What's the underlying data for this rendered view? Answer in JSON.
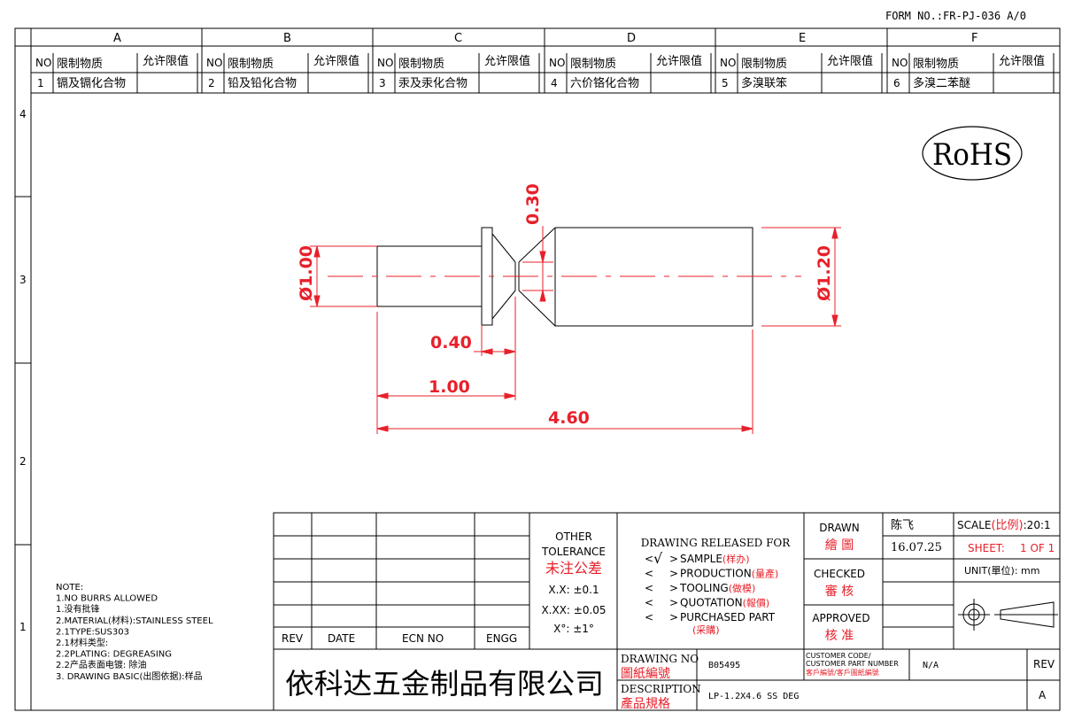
{
  "form_no": "FORM NO.:FR-PJ-036 A/0",
  "zones": {
    "columns": [
      "A",
      "B",
      "C",
      "D",
      "E",
      "F"
    ],
    "rows": [
      "4",
      "3",
      "2",
      "1"
    ]
  },
  "substances": {
    "headers": {
      "no": "NO",
      "substance": "限制物质",
      "limit": "允许限值"
    },
    "items": [
      {
        "no": "1",
        "name": "镉及镉化合物",
        "limit": ""
      },
      {
        "no": "2",
        "name": "铅及铅化合物",
        "limit": ""
      },
      {
        "no": "3",
        "name": "汞及汞化合物",
        "limit": ""
      },
      {
        "no": "4",
        "name": "六价铬化合物",
        "limit": ""
      },
      {
        "no": "5",
        "name": "多溴联笨",
        "limit": ""
      },
      {
        "no": "6",
        "name": "多溴二苯醚",
        "limit": ""
      }
    ]
  },
  "rohs": "RoHS",
  "dimensions": {
    "chamfer": "0.30",
    "dia_small": "Ø1.00",
    "dia_large": "Ø1.20",
    "head_len": "0.40",
    "shank_len": "1.00",
    "total_len": "4.60"
  },
  "notes": [
    "NOTE:",
    "1.NO BURRS ALLOWED",
    "1.没有批锋",
    "2.MATERIAL(材料):STAINLESS STEEL",
    "2.1TYPE:SUS303",
    "2.1材料类型:",
    "2.2PLATING: DEGREASING",
    "2.2产品表面电镀: 除油",
    "3. DRAWING BASIC(出图依据):样品"
  ],
  "title_block": {
    "rev_headers": {
      "rev": "REV",
      "date": "DATE",
      "ecn": "ECN NO",
      "engg": "ENGG"
    },
    "company": "依科达五金制品有限公司",
    "tolerance": {
      "title1": "OTHER",
      "title2": "TOLERANCE",
      "title_cn": "未注公差",
      "line1": "X.X: ±0.1",
      "line2": "X.XX: ±0.05",
      "line3": "X°: ±1°"
    },
    "release": {
      "title": "DRAWING RELEASED FOR",
      "items": [
        {
          "en": "SAMPLE",
          "cn": "(样办)",
          "checked": true
        },
        {
          "en": "PRODUCTION",
          "cn": "(量產)",
          "checked": false
        },
        {
          "en": "TOOLING",
          "cn": "(做模)",
          "checked": false
        },
        {
          "en": "QUOTATION",
          "cn": "(報價)",
          "checked": false
        },
        {
          "en": "PURCHASED PART",
          "cn": "(采購)",
          "checked": false
        }
      ],
      "bracket_open": "<",
      "bracket_close": ">",
      "check_mark": "√"
    },
    "drawn": {
      "label": "DRAWN",
      "label_cn": "繪 圖",
      "name": "陈飞",
      "date": "16.07.25"
    },
    "checked": {
      "label": "CHECKED",
      "label_cn": "審 核"
    },
    "approved": {
      "label": "APPROVED",
      "label_cn": "核 准"
    },
    "scale": {
      "label": "SCALE",
      "label_cn": "(比例)",
      "value": ":20:1"
    },
    "sheet": {
      "label": "SHEET:",
      "value": "1 OF 1"
    },
    "unit": {
      "label": "UNIT",
      "label_cn": "(單位)",
      "value": ": mm"
    },
    "drawing_no": {
      "label": "DRAWING NO",
      "label_cn": "圖紙編號",
      "value": "B05495"
    },
    "description": {
      "label": "DESCRIPTION",
      "label_cn": "產品規格",
      "value": "LP-1.2X4.6 SS DEG"
    },
    "customer": {
      "label1": "CUSTOMER CODE/",
      "label2": "CUSTOMER PART NUMBER",
      "label_cn": "客戶編號/客戶圖紙編號",
      "value": "N/A"
    },
    "rev": {
      "label": "REV",
      "value": "A"
    }
  },
  "colors": {
    "dimension": "#e8202a",
    "line": "#000000"
  }
}
